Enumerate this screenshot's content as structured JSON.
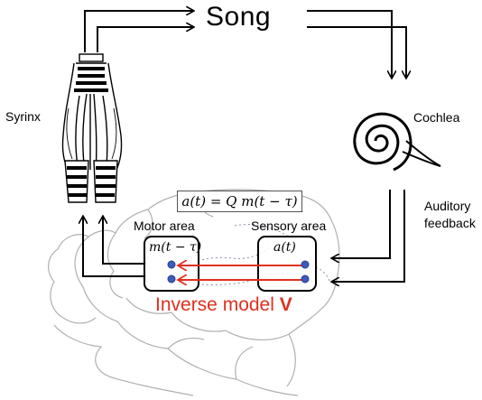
{
  "title": "Song",
  "labels": {
    "syrinx": "Syrinx",
    "cochlea": "Cochlea",
    "auditory_feedback_line1": "Auditory",
    "auditory_feedback_line2": "feedback",
    "motor_area": "Motor area",
    "sensory_area": "Sensory area"
  },
  "equation": "a(t) = Q m(t − τ)",
  "motor_signal": "m(t − τ)",
  "sensory_signal": "a(t)",
  "inverse_model": {
    "text": "Inverse model ",
    "symbol": "V"
  },
  "colors": {
    "inverse_model": "#e0301e",
    "neuron_dot": "#3a5bbf",
    "arrows": "#000000",
    "brain_outline": "#b0b0b0"
  }
}
